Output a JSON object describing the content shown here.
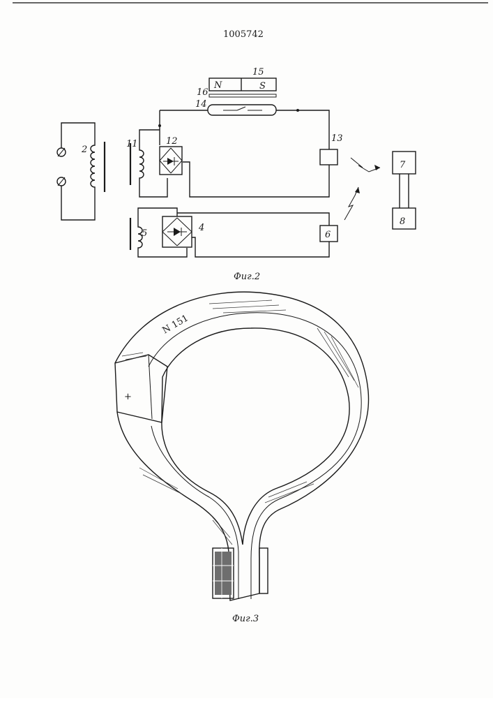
{
  "document": {
    "number": "1005742"
  },
  "figure2": {
    "caption": "Фиг.2",
    "magnet": {
      "label": "15",
      "north": "N",
      "south": "S"
    },
    "labels": {
      "plate": "16",
      "reed_switch": "14",
      "transmitter": "13",
      "transformer_2": "2",
      "coil_11": "11",
      "bridge_12": "12",
      "coil_5": "5",
      "bridge_4": "4",
      "block_6": "6",
      "block_7": "7",
      "block_8": "8"
    }
  },
  "figure3": {
    "caption": "Фиг.3",
    "tag": "N 151",
    "clasp_mark": "+"
  }
}
